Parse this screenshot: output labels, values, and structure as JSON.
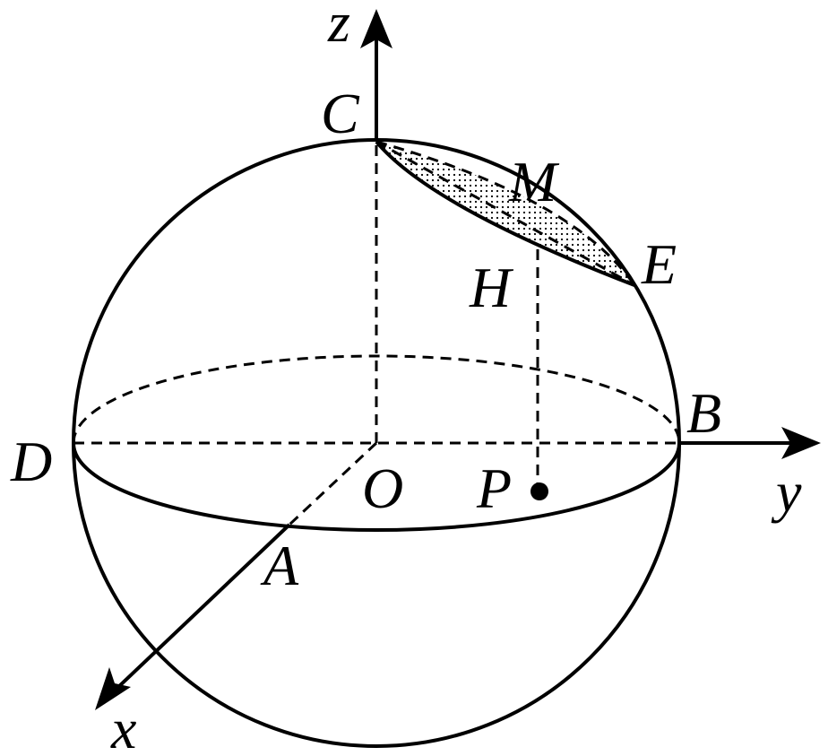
{
  "labels": {
    "z": "z",
    "y": "y",
    "x": "x",
    "C": "C",
    "M": "M",
    "E": "E",
    "H": "H",
    "B": "B",
    "D": "D",
    "O": "O",
    "P": "P",
    "A": "A"
  }
}
